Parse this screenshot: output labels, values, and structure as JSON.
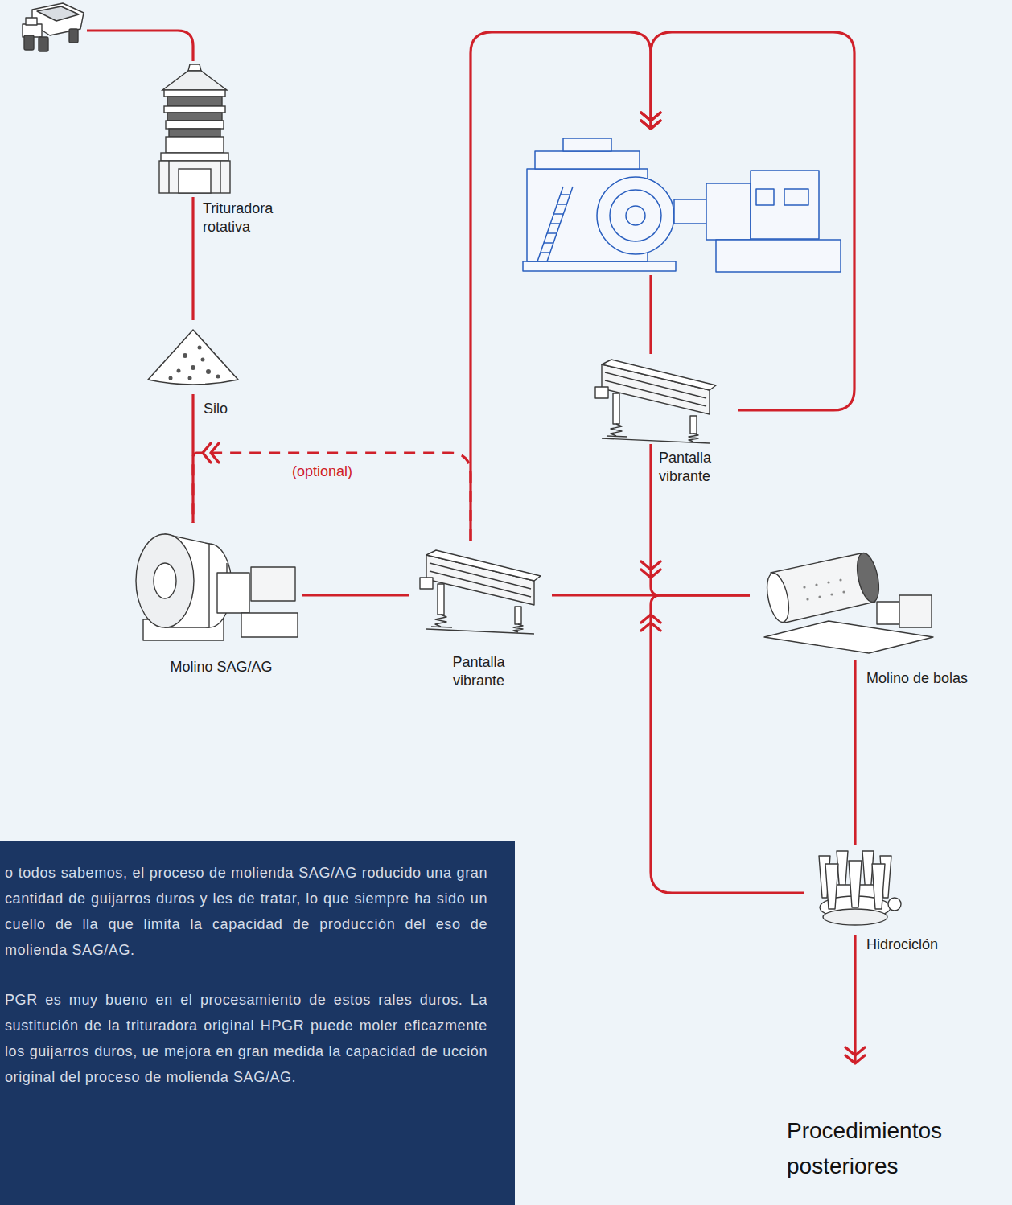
{
  "diagram": {
    "nodes": [
      {
        "text": []
      },
      {
        "text": [
          "Trituradora rotativa"
        ]
      },
      {
        "text": [
          "Silo"
        ]
      },
      {
        "text": [
          "Molino SAG/AG"
        ]
      },
      {
        "text": [
          "Pantalla vibrante"
        ]
      },
      {
        "text": []
      },
      {
        "text": [
          "Pantalla vibrante"
        ]
      },
      {
        "text": [
          "Molino de bolas"
        ]
      },
      {
        "text": [
          "Hidrociclón"
        ]
      },
      {
        "text": [
          "Procedimientos posteriores"
        ]
      },
      {
        "text": [
          "o todos sabemos, el proceso de molienda SAG/AG roducido una gran cantidad de guijarros duros y les de tratar, lo que siempre ha sido un cuello de lla que limita la capacidad de producción del eso de molienda SAG/AG.",
          "PGR es muy bueno en el procesamiento de estos rales duros. La sustitución de la trituradora original HPGR puede moler eficazmente los guijarros duros, ue mejora en gran medida la capacidad de ucción original del proceso de molienda SAG/AG."
        ]
      }
    ],
    "edges": [
      {
        "from": 0,
        "to": 1,
        "arrow": "none"
      },
      {
        "from": 1,
        "to": 2,
        "arrow": "none"
      },
      {
        "from": 2,
        "to": 3,
        "arrow": "none"
      },
      {
        "from": 3,
        "to": 4,
        "arrow": "none"
      },
      {
        "from": 4,
        "to": 3,
        "label": "(optional)",
        "arrow": "to"
      },
      {
        "from": 4,
        "to": 5,
        "arrow": "to"
      },
      {
        "from": 5,
        "to": 6,
        "arrow": "none"
      },
      {
        "from": 6,
        "to": 5,
        "arrow": "to"
      },
      {
        "from": 6,
        "to": 7,
        "arrow": "to"
      },
      {
        "from": 4,
        "to": 7,
        "arrow": "none"
      },
      {
        "from": 8,
        "to": 7,
        "arrow": "to"
      },
      {
        "from": 7,
        "to": 8,
        "arrow": "none"
      },
      {
        "from": 8,
        "to": 9,
        "arrow": "to"
      }
    ]
  }
}
